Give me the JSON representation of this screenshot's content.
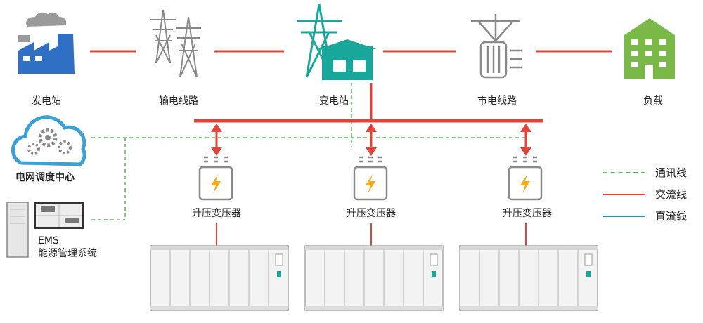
{
  "nodes": {
    "power_plant": "发电站",
    "transmission_line": "输电线路",
    "substation": "变电站",
    "city_grid_line": "市电线路",
    "load": "负载",
    "dispatch_center": "电网调度中心",
    "ems_title": "EMS",
    "ems_subtitle": "能源管理系统"
  },
  "transformers": [
    {
      "label": "升压变压器"
    },
    {
      "label": "升压变压器"
    },
    {
      "label": "升压变压器"
    }
  ],
  "legend": [
    {
      "label": "通讯线",
      "color": "#5bb85b",
      "style": "dashed"
    },
    {
      "label": "交流线",
      "color": "#e0443a",
      "style": "solid"
    },
    {
      "label": "直流线",
      "color": "#2b8fb0",
      "style": "solid"
    }
  ],
  "colors": {
    "ac_line": "#e0443a",
    "comm_line": "#5bb85b",
    "dc_line": "#2b8fb0",
    "power_plant_blue": "#2f6fc4",
    "substation_teal": "#1aa79b",
    "load_green": "#7ab847",
    "cloud_blue": "#3aa0d8",
    "gray_icon": "#8a8a8a",
    "lightning": "#f4a81c"
  },
  "icons": {
    "power_plant": "factory-icon",
    "transmission": "transmission-tower-icon",
    "substation": "substation-icon",
    "city_grid": "utility-pole-icon",
    "load": "building-icon",
    "dispatch": "cloud-gears-icon",
    "ems": "server-monitor-icon",
    "transformer": "transformer-icon",
    "storage": "battery-cabinet-icon"
  }
}
